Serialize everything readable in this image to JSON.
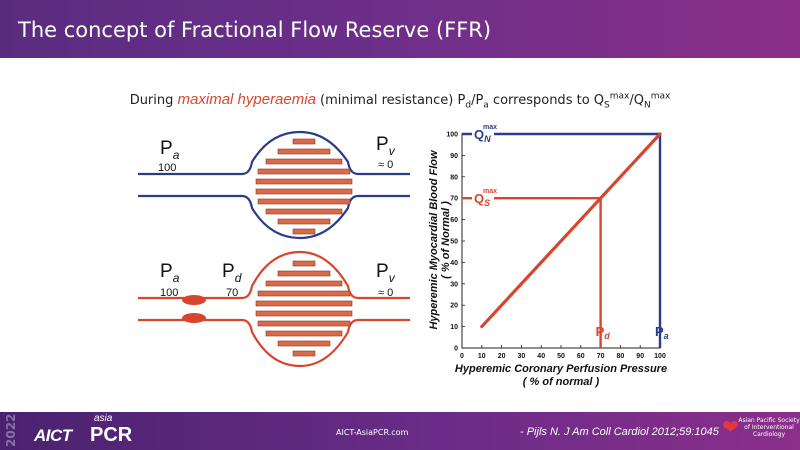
{
  "header": {
    "title": "The concept of Fractional Flow Reserve (FFR)"
  },
  "subtitle": {
    "prefix": "During ",
    "highlight": "maximal hyperaemia",
    "middle": " (minimal resistance) P",
    "pd_sub": "d",
    "slash_pa": "/P",
    "pa_sub": "a",
    "corresponds": " corresponds to Q",
    "qs_sub": "S",
    "qs_sup": "max",
    "slash_q": "/Q",
    "qn_sub": "N",
    "qn_sup": "max"
  },
  "diagram": {
    "normal": {
      "pa_letter": "P",
      "pa_sub": "a",
      "pa_value": "100",
      "pv_letter": "P",
      "pv_sub": "v",
      "pv_value": "≈ 0"
    },
    "stenotic": {
      "pa_letter": "P",
      "pa_sub": "a",
      "pa_value": "100",
      "pd_letter": "P",
      "pd_sub": "d",
      "pd_value": "70",
      "pv_letter": "P",
      "pv_sub": "v",
      "pv_value": "≈ 0"
    },
    "colors": {
      "normal": "#2b3a8a",
      "stenotic": "#d8452e",
      "fill": "#d96a4a"
    }
  },
  "chart_data": {
    "type": "line",
    "xlabel": "Hyperemic Coronary Perfusion Pressure",
    "xlabel_unit": "( % of normal )",
    "ylabel": "Hyperemic Myocardial Blood Flow",
    "ylabel_unit": "( % of Normal )",
    "xlim": [
      0,
      100
    ],
    "ylim": [
      0,
      100
    ],
    "x_ticks": [
      "0",
      "10",
      "20",
      "30",
      "40",
      "50",
      "60",
      "70",
      "80",
      "90",
      "100"
    ],
    "y_ticks": [
      "0",
      "10",
      "20",
      "30",
      "40",
      "50",
      "60",
      "70",
      "80",
      "90",
      "100"
    ],
    "series": [
      {
        "x": [
          10,
          100
        ],
        "y": [
          10,
          100
        ]
      }
    ],
    "annotations": {
      "qn": {
        "letter": "Q",
        "sub": "N",
        "sup": "max",
        "x": 100,
        "y": 100,
        "color": "#2b3a8a"
      },
      "qs": {
        "letter": "Q",
        "sub": "S",
        "sup": "max",
        "x": 70,
        "y": 70,
        "color": "#d8452e"
      },
      "pd": {
        "letter": "P",
        "sub": "d",
        "x": 70,
        "color": "#d8452e"
      },
      "pa": {
        "letter": "P",
        "sub": "a",
        "x": 100,
        "color": "#2b3a8a"
      }
    },
    "line_color": "#d8452e",
    "grid": false
  },
  "footer": {
    "year": "2022",
    "logo_aict": "AICT",
    "logo_asia": "asia",
    "logo_pcr": "PCR",
    "url": "AICT-AsiaPCR.com",
    "citation": "- Pijls N. J Am Coll Cardiol 2012;59:1045",
    "society_text": "Asian Pacific Society of Interventional Cardiology"
  }
}
